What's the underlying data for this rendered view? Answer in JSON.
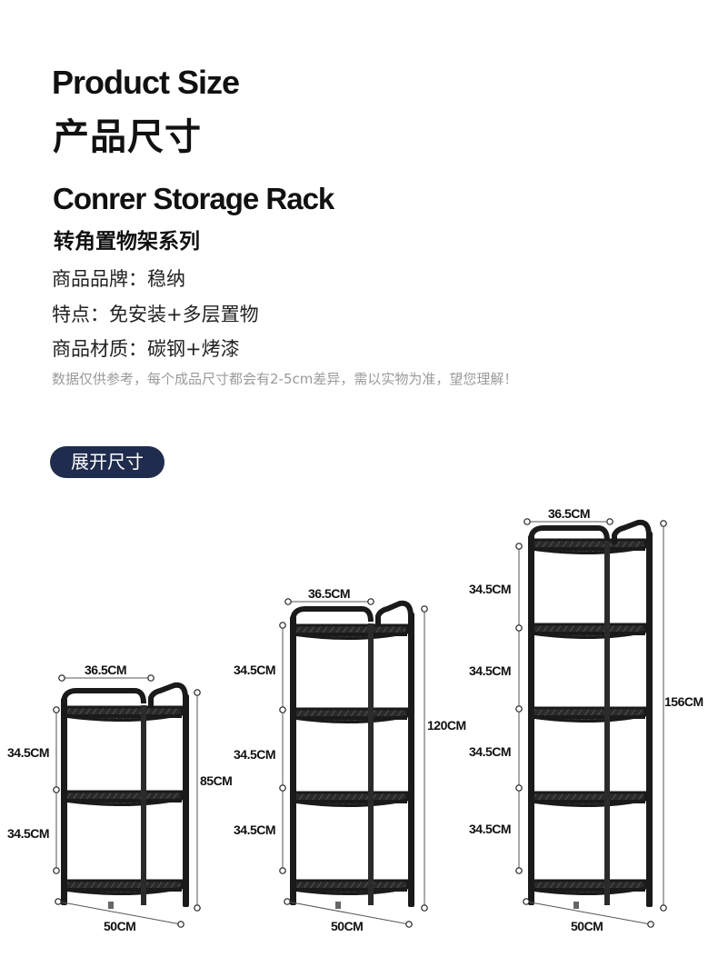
{
  "header": {
    "title_en": "Product Size",
    "title_zh": "产品尺寸"
  },
  "product": {
    "name_en": "Conrer Storage Rack",
    "name_zh": "转角置物架系列",
    "brand": "商品品牌：稳纳",
    "features": "特点：免安装+多层置物",
    "material": "商品材质：碳钢+烤漆",
    "note": "数据仅供参考，每个成品尺寸都会有2-5cm差异，需以实物为准，望您理解！"
  },
  "section_label": "展开尺寸",
  "racks": [
    {
      "tiers": 3,
      "width_label": "36.5CM",
      "depth_label": "50CM",
      "height_label": "85CM",
      "tier_labels": [
        "34.5CM",
        "34.5CM"
      ]
    },
    {
      "tiers": 4,
      "width_label": "36.5CM",
      "depth_label": "50CM",
      "height_label": "120CM",
      "tier_labels": [
        "34.5CM",
        "34.5CM",
        "34.5CM"
      ]
    },
    {
      "tiers": 5,
      "width_label": "36.5CM",
      "depth_label": "50CM",
      "height_label": "156CM",
      "tier_labels": [
        "34.5CM",
        "34.5CM",
        "34.5CM",
        "34.5CM"
      ]
    }
  ],
  "colors": {
    "pill_bg": "#1f2c4d",
    "rack_color": "#1a1a1a",
    "note_color": "#9a9a9a"
  }
}
